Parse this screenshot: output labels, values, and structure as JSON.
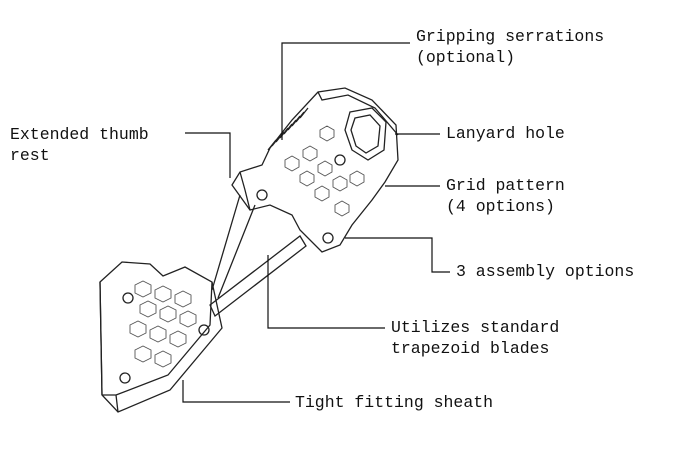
{
  "labels": {
    "gripping": [
      "Gripping serrations",
      "(optional)"
    ],
    "thumb": [
      "Extended thumb",
      "rest"
    ],
    "lanyard": [
      "Lanyard hole"
    ],
    "grid": [
      "Grid pattern",
      "(4 options)"
    ],
    "assembly": [
      "3 assembly options"
    ],
    "blades": [
      "Utilizes standard",
      "trapezoid blades"
    ],
    "sheath": [
      "Tight fitting sheath"
    ]
  }
}
